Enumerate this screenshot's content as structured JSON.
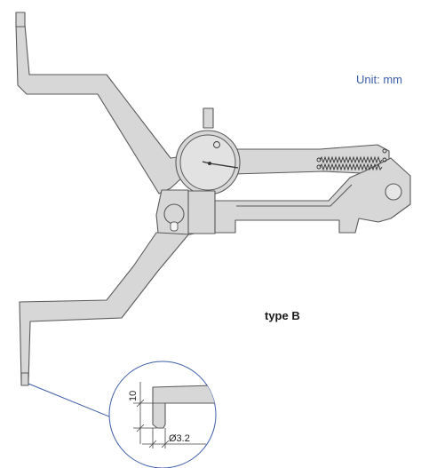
{
  "labels": {
    "unit": "Unit: mm",
    "type": "type B"
  },
  "detail": {
    "dim_height": "10",
    "dim_diameter": "Ø3.2"
  },
  "colors": {
    "body_fill": "#d7d7d7",
    "outline": "#5a5a5a",
    "leader_line": "#3d5ea8",
    "unit_text": "#3d5ea8"
  }
}
